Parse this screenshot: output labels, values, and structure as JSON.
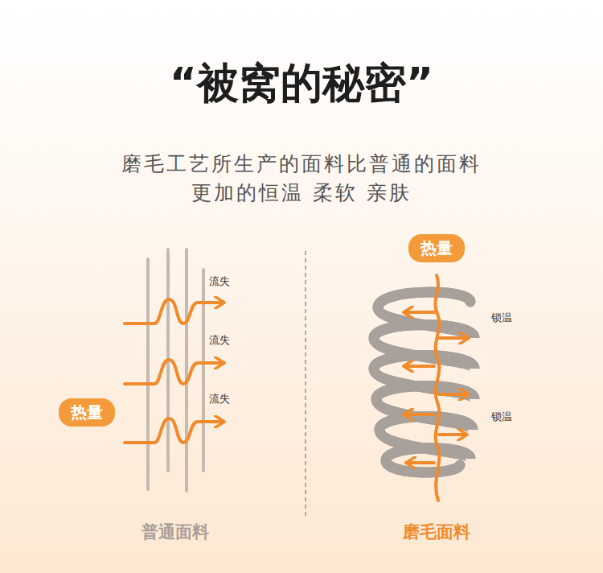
{
  "diagram": {
    "title": "“被窝的秘密”",
    "nodes": [
      {
        "text": [
          "热量"
        ]
      },
      {
        "text": [
          "热量"
        ]
      }
    ],
    "labels": [
      "磨毛工艺所生产的面料比普通的面料 更加的恒温 柔软 亲肤",
      "流失",
      "流失",
      "流失",
      "锁温",
      "锁温",
      "普通面料",
      "磨毛面料"
    ]
  }
}
